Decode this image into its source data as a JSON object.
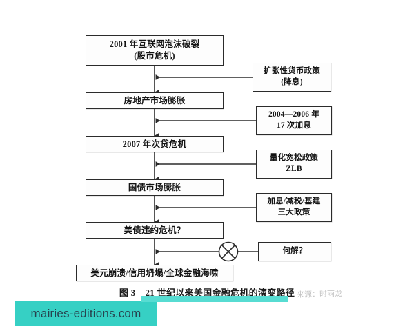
{
  "figure": {
    "caption_number": "图 3",
    "caption_title": "21 世纪以来美国金融危机的演变路径"
  },
  "flow": {
    "main_nodes": [
      {
        "id": "dotcom-burst",
        "line1": "2001 年互联网泡沫破裂",
        "line2": "(股市危机)"
      },
      {
        "id": "housing-bubble",
        "line1": "房地产市场膨胀",
        "line2": ""
      },
      {
        "id": "subprime-crisis",
        "line1": "2007 年次贷危机",
        "line2": ""
      },
      {
        "id": "treasury-bubble",
        "line1": "国债市场膨胀",
        "line2": ""
      },
      {
        "id": "default-crisis",
        "line1": "美债违约危机？",
        "line2": ""
      },
      {
        "id": "collapse-outcome",
        "line1": "美元崩溃/信用坍塌/全球金融海啸",
        "line2": ""
      }
    ],
    "side_nodes": [
      {
        "id": "expansionary-policy",
        "line1": "扩张性货币政策",
        "line2": "(降息)"
      },
      {
        "id": "rate-hikes",
        "line1": "2004—2006 年",
        "line2": "17 次加息"
      },
      {
        "id": "quantitative-easing",
        "line1": "量化宽松政策",
        "line2": "ZLB"
      },
      {
        "id": "three-policies",
        "line1": "加息/减税/基建",
        "line2": "三大政策"
      },
      {
        "id": "what-solution",
        "line1": "何解？",
        "line2": ""
      }
    ],
    "junction_symbol": "circle-x"
  },
  "watermarks": {
    "banner_text": "mairies-editions.com",
    "source_text": "来源：时雨龙",
    "banner_color": "#36d0c4"
  }
}
